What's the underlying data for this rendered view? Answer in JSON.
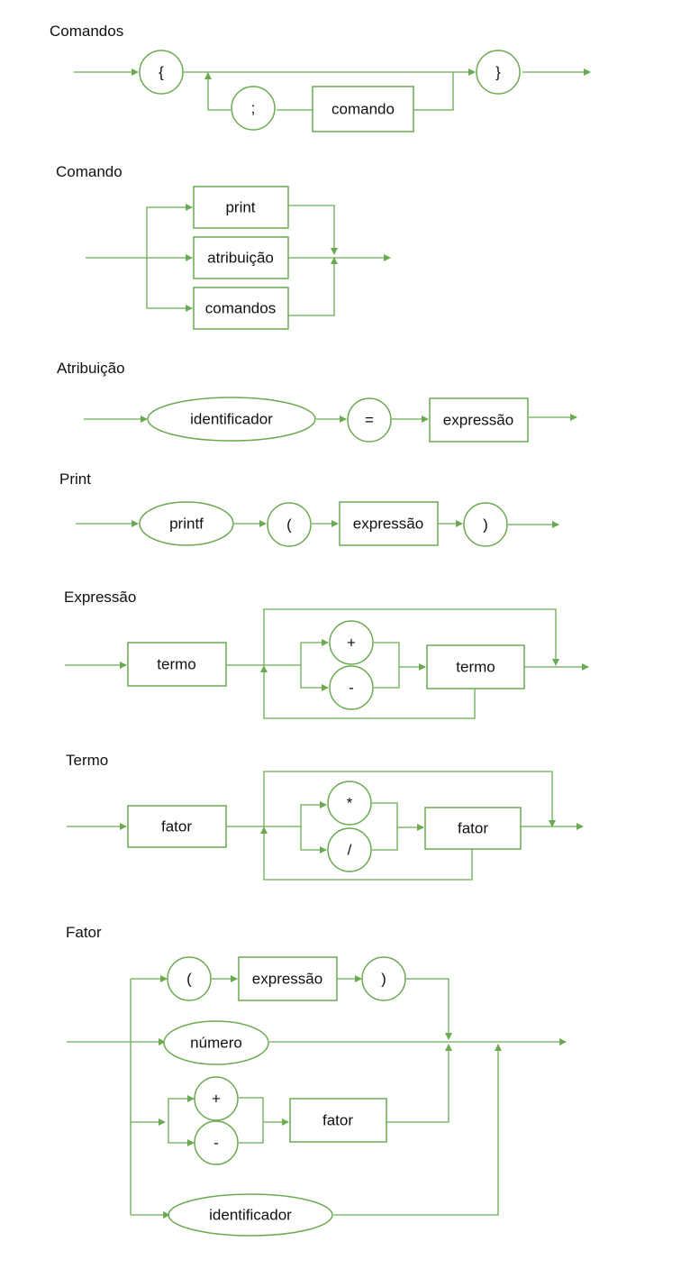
{
  "colors": {
    "stroke": "#6aaa50",
    "text": "#111111",
    "background": "#ffffff"
  },
  "sections": {
    "comandos": {
      "title": "Comandos",
      "open_brace": "{",
      "semicolon": ";",
      "comando": "comando",
      "close_brace": "}"
    },
    "comando": {
      "title": "Comando",
      "print": "print",
      "atribuicao": "atribuição",
      "comandos": "comandos"
    },
    "atribuicao": {
      "title": "Atribuição",
      "identificador": "identificador",
      "equals": "=",
      "expressao": "expressão"
    },
    "print": {
      "title": "Print",
      "printf": "printf",
      "open_paren": "(",
      "expressao": "expressão",
      "close_paren": ")"
    },
    "expressao": {
      "title": "Expressão",
      "termo_first": "termo",
      "plus": "+",
      "minus": "-",
      "termo_second": "termo"
    },
    "termo": {
      "title": "Termo",
      "fator_first": "fator",
      "times": "*",
      "divide": "/",
      "fator_second": "fator"
    },
    "fator": {
      "title": "Fator",
      "open_paren": "(",
      "expressao": "expressão",
      "close_paren": ")",
      "numero": "número",
      "plus": "+",
      "minus": "-",
      "fator": "fator",
      "identificador": "identificador"
    }
  }
}
